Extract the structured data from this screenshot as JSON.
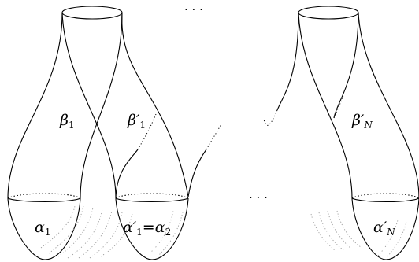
{
  "labels": {
    "beta1": "β",
    "beta1_sub": "1",
    "beta1p": "β′",
    "beta1p_sub": "1",
    "betaNp": "β′",
    "betaNp_sub": "N",
    "alpha1": "α",
    "alpha1_sub": "1",
    "alpha1p_eq": "α′",
    "alpha1p_eq_sub": "1",
    "equals": "=",
    "alpha2": "α",
    "alpha2_sub": "2",
    "alphaNp": "α′",
    "alphaNp_sub": "N",
    "ellipsis_top": "· · ·",
    "ellipsis_mid": "· · ·"
  }
}
